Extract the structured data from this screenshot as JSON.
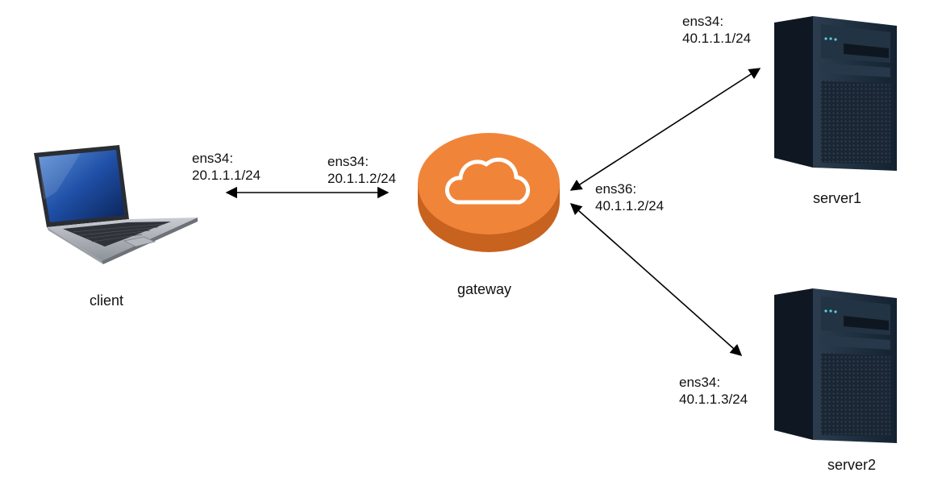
{
  "nodes": {
    "client": {
      "label": "client",
      "icon": "laptop-icon"
    },
    "gateway": {
      "label": "gateway",
      "icon": "cloud-icon",
      "color": "#f0853a"
    },
    "server1": {
      "label": "server1",
      "icon": "server-tower-icon"
    },
    "server2": {
      "label": "server2",
      "icon": "server-tower-icon"
    }
  },
  "interfaces": {
    "client_ens34": {
      "name": "ens34:",
      "addr": "20.1.1.1/24"
    },
    "gateway_ens34": {
      "name": "ens34:",
      "addr": "20.1.1.2/24"
    },
    "gateway_ens36": {
      "name": "ens36:",
      "addr": "40.1.1.2/24"
    },
    "server1_ens34": {
      "name": "ens34:",
      "addr": "40.1.1.1/24"
    },
    "server2_ens34": {
      "name": "ens34:",
      "addr": "40.1.1.3/24"
    }
  },
  "links": [
    {
      "from": "client",
      "to": "gateway",
      "arrows": "both"
    },
    {
      "from": "gateway",
      "to": "server1",
      "arrows": "both"
    },
    {
      "from": "gateway",
      "to": "server2",
      "arrows": "both"
    }
  ],
  "colors": {
    "line": "#000000",
    "cloud": "#f0853a",
    "cloud_shadow": "#c8621f",
    "server_body": "#1c2a38"
  }
}
